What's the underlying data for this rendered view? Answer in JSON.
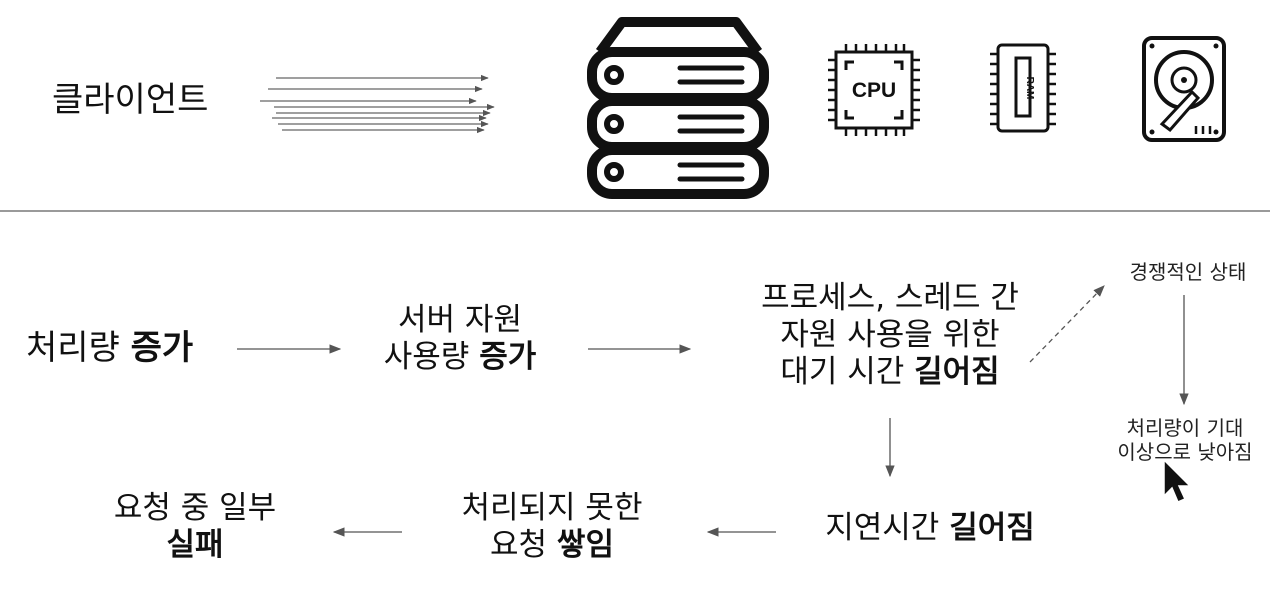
{
  "top": {
    "client_label": "클라이언트",
    "cpu_label": "CPU",
    "ram_label": "RAM"
  },
  "flow": {
    "throughput": {
      "pre": "처리량 ",
      "bold": "증가"
    },
    "server_usage": {
      "line1": "서버 자원",
      "line2_pre": "사용량 ",
      "line2_bold": "증가"
    },
    "wait_time": {
      "line1": "프로세스, 스레드 간",
      "line2": "자원 사용을 위한",
      "line3_pre": "대기 시간 ",
      "line3_bold": "길어짐"
    },
    "latency": {
      "pre": "지연시간 ",
      "bold": "길어짐"
    },
    "pending": {
      "line1": "처리되지 못한",
      "line2_pre": "요청 ",
      "line2_bold": "쌓임"
    },
    "failure": {
      "line1": "요청 중 일부",
      "line2_bold": "실패"
    }
  },
  "side": {
    "race": "경쟁적인 상태",
    "lower_line1": "처리량이 기대",
    "lower_line2": "이상으로 낮아짐"
  },
  "colors": {
    "arrow": "#555555",
    "divider": "#9a9a9a",
    "icon": "#111111"
  }
}
